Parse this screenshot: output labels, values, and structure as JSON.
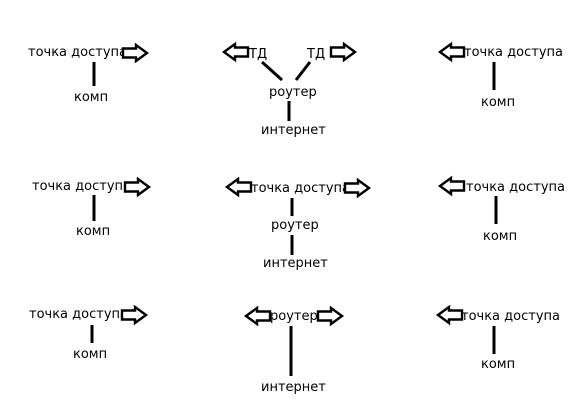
{
  "labels": {
    "access_point": "точка доступа",
    "computer": "комп",
    "router": "роутер",
    "internet": "интернет",
    "ap_short": "ТД"
  },
  "colors": {
    "ink": "#000000",
    "background": "#ffffff"
  }
}
